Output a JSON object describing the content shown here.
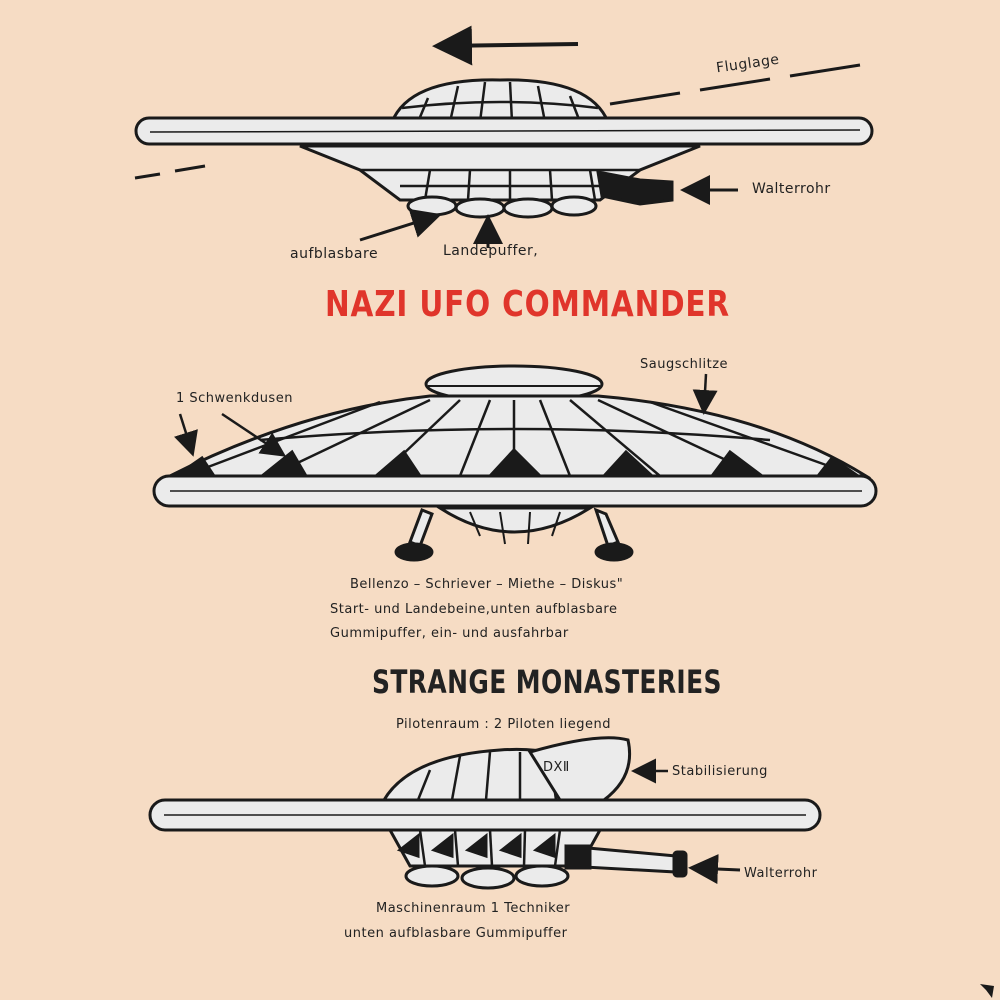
{
  "headline_top": "NAZI UFO COMMANDER",
  "headline_mid": "STRANGE MONASTERIES",
  "craft1": {
    "label_fluglage": "Fluglage",
    "label_walterrohr": "Walterrohr",
    "label_aufblasbare": "aufblasbare",
    "label_landepuffer": "Landepuffer,"
  },
  "craft2": {
    "label_schwenkdusen": "1 Schwenkdusen",
    "label_saugschlitze": "Saugschlitze",
    "caption_line1": "Bellenzo – Schriever – Miethe – Diskus\"",
    "caption_line2": "Start- und Landebeine,unten aufblasbare",
    "caption_line3": "Gummipuffer, ein- und ausfahrbar"
  },
  "craft3": {
    "label_pilotenraum": "Pilotenraum : 2 Piloten liegend",
    "label_dx": "DXⅡ",
    "label_stabilisierung": "Stabilisierung",
    "label_walterrohr": "Walterrohr",
    "caption_line1": "Maschinenraum 1 Techniker",
    "caption_line2": "unten aufblasbare  Gummipuffer"
  },
  "colors": {
    "background": "#f6dcc4",
    "headline_red": "#e0352b",
    "ink": "#1a1a1a",
    "hull": "#ebebeb"
  }
}
